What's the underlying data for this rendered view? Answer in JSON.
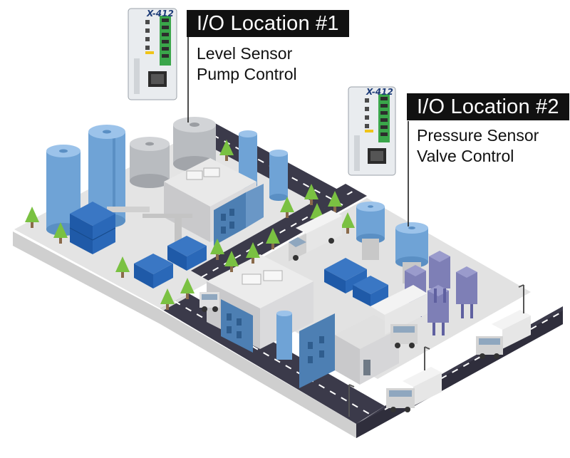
{
  "callouts": [
    {
      "title": "I/O Location #1",
      "lines": [
        "Level Sensor",
        "Pump Control"
      ]
    },
    {
      "title": "I/O Location #2",
      "lines": [
        "Pressure Sensor",
        "Valve Control"
      ]
    }
  ],
  "device": {
    "logo": "X-412"
  },
  "colors": {
    "tank_blue": "#6fa3d6",
    "tank_grey": "#b9bcc0",
    "crate_blue": "#1f5aa8",
    "tree_green": "#7ac142",
    "road": "#3b3a4a",
    "ground": "#dcdcdc",
    "tower_purple": "#7e7fb6",
    "device_green": "#3aa64a"
  },
  "icons": [
    "io-module-icon",
    "tank-icon",
    "tree-icon",
    "truck-icon",
    "building-icon",
    "crate-icon",
    "street-lamp-icon"
  ]
}
